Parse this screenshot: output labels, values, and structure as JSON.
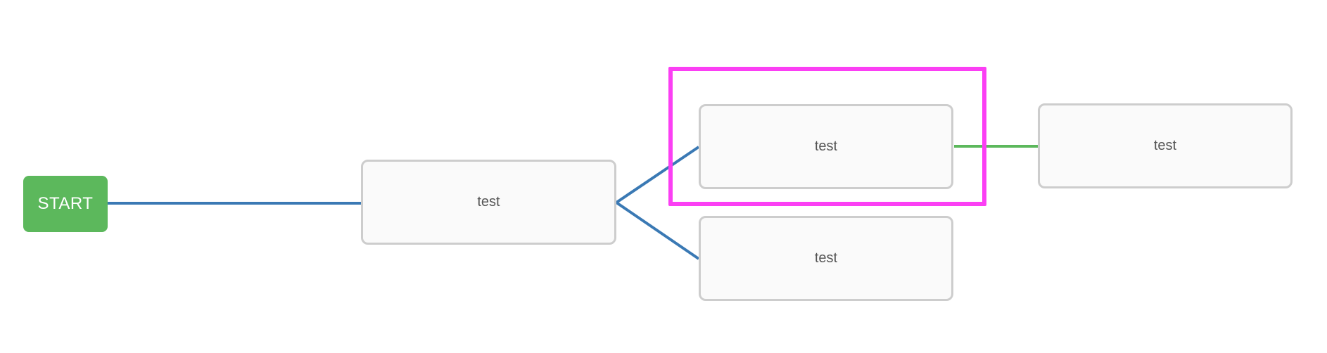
{
  "canvas": {
    "background": "#ffffff"
  },
  "start": {
    "label": "START",
    "background": "#5cb85c",
    "text_color": "#ffffff"
  },
  "nodes": [
    {
      "id": "node-1",
      "label": "test",
      "highlighted": false
    },
    {
      "id": "node-2",
      "label": "test",
      "highlighted": true
    },
    {
      "id": "node-3",
      "label": "test",
      "highlighted": false
    },
    {
      "id": "node-4",
      "label": "test",
      "highlighted": false
    }
  ],
  "node_style": {
    "background": "#fafafa",
    "border_color": "#cdcdcd",
    "text_color": "#555555"
  },
  "connectors": [
    {
      "from": "start",
      "to": "node-1",
      "color": "#3a79b4"
    },
    {
      "from": "node-1",
      "to": "node-2",
      "color": "#3a79b4"
    },
    {
      "from": "node-1",
      "to": "node-3",
      "color": "#3a79b4"
    },
    {
      "from": "node-2",
      "to": "node-4",
      "color": "#5cb85c"
    }
  ],
  "highlight": {
    "color": "#fb3ff4"
  }
}
